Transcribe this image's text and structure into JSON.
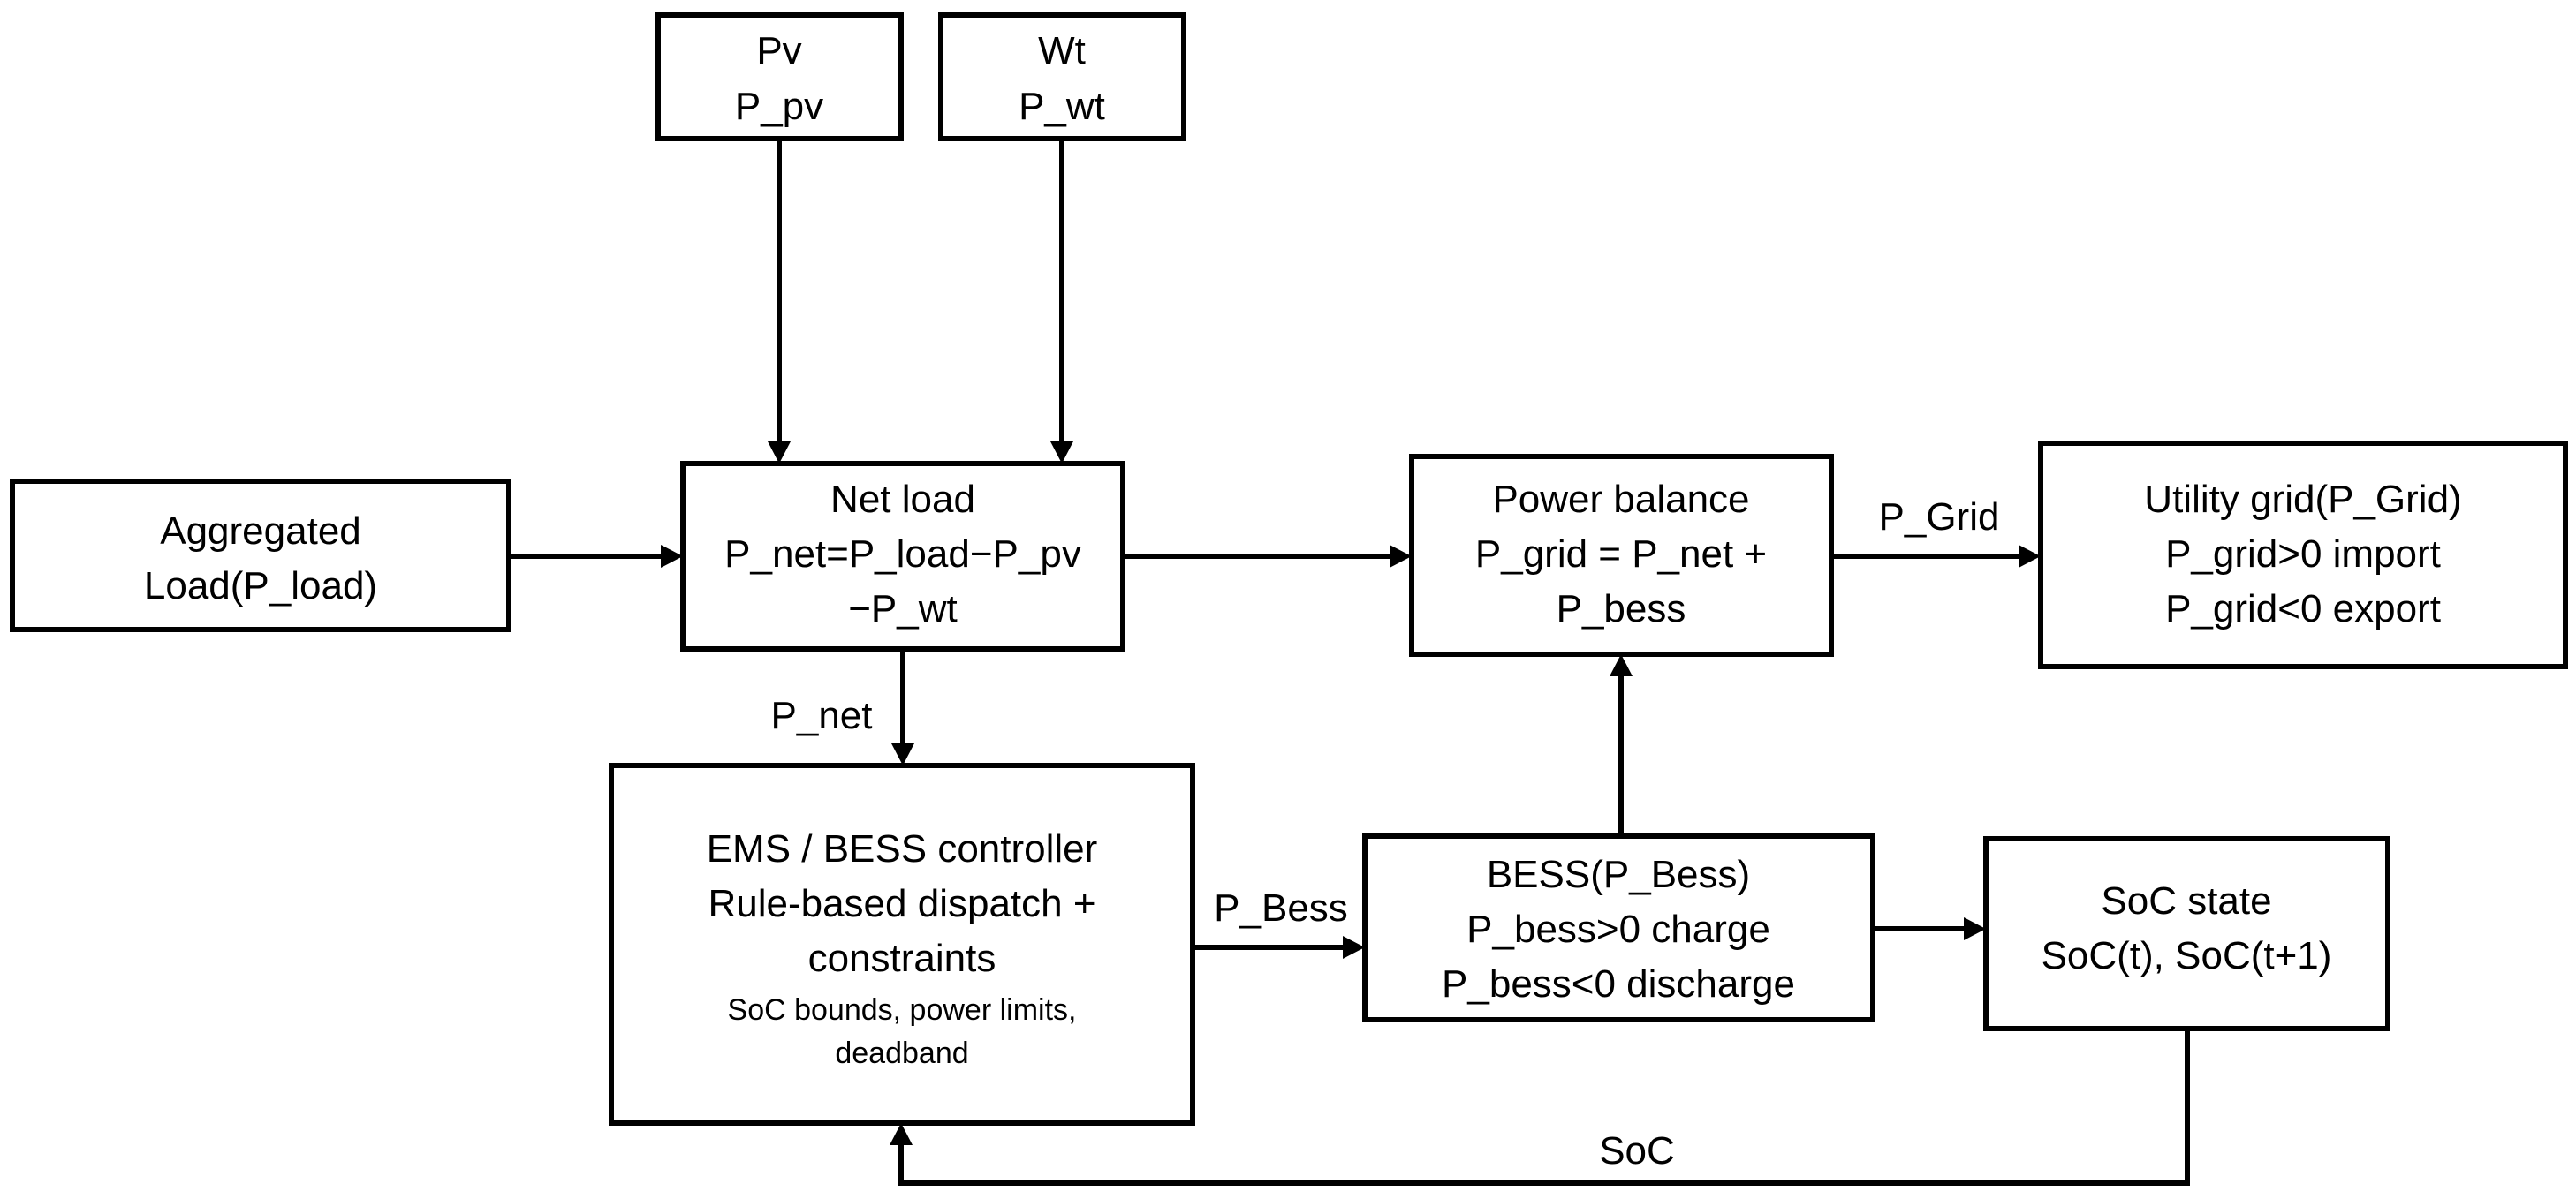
{
  "nodes": {
    "pv": {
      "line1": "Pv",
      "line2": "P_pv"
    },
    "wt": {
      "line1": "Wt",
      "line2": "P_wt"
    },
    "load": {
      "line1": "Aggregated",
      "line2": "Load(P_load)"
    },
    "net_load": {
      "line1": "Net load",
      "line2": "P_net=P_load−P_pv",
      "line3": "−P_wt"
    },
    "power_balance": {
      "line1": "Power balance",
      "line2": "P_grid = P_net +",
      "line3": "P_bess"
    },
    "utility_grid": {
      "line1": "Utility grid(P_Grid)",
      "line2": "P_grid>0 import",
      "line3": "P_grid<0 export"
    },
    "ems": {
      "line1": "EMS / BESS controller",
      "line2": "Rule-based dispatch +",
      "line3": "constraints",
      "line4": "SoC bounds, power limits,",
      "line5": "deadband"
    },
    "bess": {
      "line1": "BESS(P_Bess)",
      "line2": "P_bess>0 charge",
      "line3": "P_bess<0 discharge"
    },
    "soc_state": {
      "line1": "SoC state",
      "line2": "SoC(t), SoC(t+1)"
    }
  },
  "edges": {
    "p_net": "P_net",
    "p_grid": "P_Grid",
    "p_bess": "P_Bess",
    "soc": "SoC"
  }
}
